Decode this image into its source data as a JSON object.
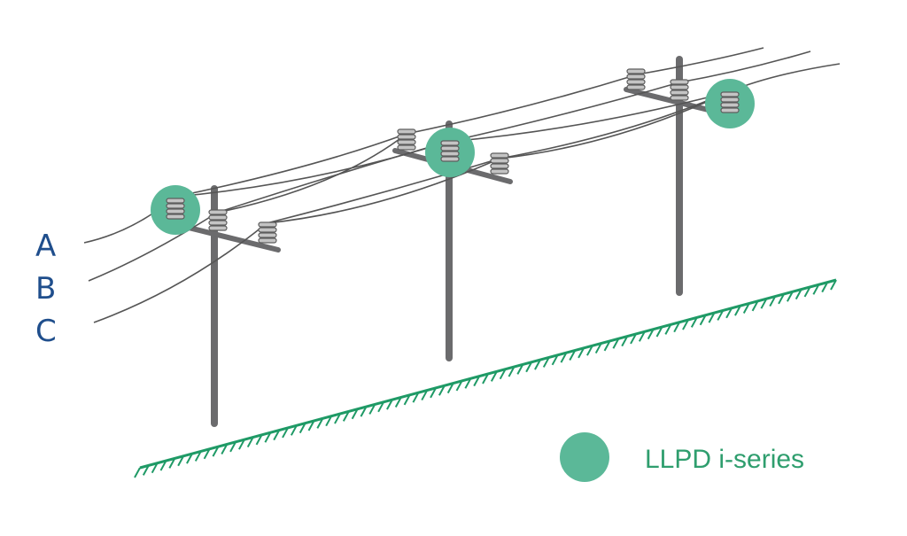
{
  "phases": [
    "A",
    "B",
    "C"
  ],
  "legend": {
    "label": "LLPD i-series",
    "marker_color": "#5bb898"
  },
  "colors": {
    "phase_label": "#1f4e8c",
    "pole": "#6b6b6d",
    "wire": "#555555",
    "insulator": "#b8b8b8",
    "ground": "#1f9a66",
    "highlight": "#5bb898"
  }
}
